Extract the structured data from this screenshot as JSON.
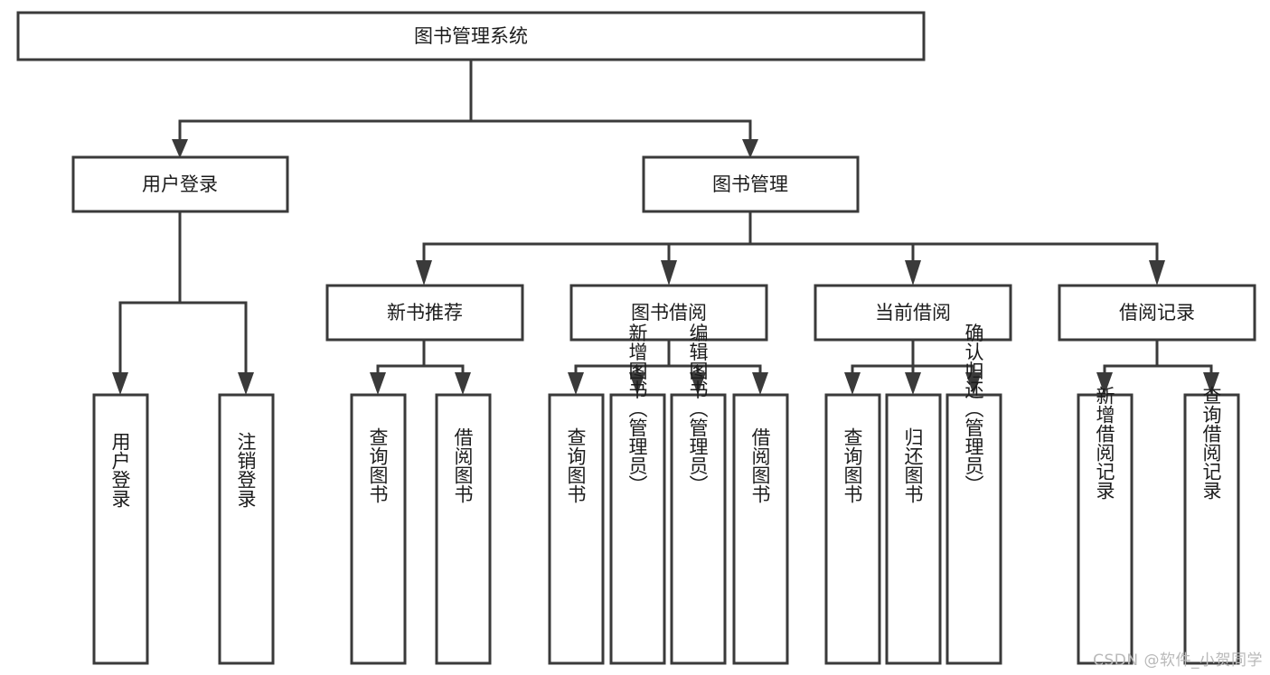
{
  "diagram": {
    "title": "图书管理系统",
    "type": "tree",
    "watermark": "CSDN @软件_小贺同学",
    "colors": {
      "box_stroke": "#3a3a3a",
      "box_fill": "#ffffff",
      "text": "#1c1c1c",
      "background": "#ffffff",
      "watermark": "#b9b9b9"
    },
    "root": {
      "label": "图书管理系统",
      "orientation": "horizontal"
    },
    "level2": [
      {
        "label": "用户登录",
        "orientation": "horizontal"
      },
      {
        "label": "图书管理",
        "orientation": "horizontal"
      }
    ],
    "level3": [
      {
        "label": "新书推荐",
        "orientation": "horizontal",
        "parent": "图书管理"
      },
      {
        "label": "图书借阅",
        "orientation": "horizontal",
        "parent": "图书管理"
      },
      {
        "label": "当前借阅",
        "orientation": "horizontal",
        "parent": "图书管理"
      },
      {
        "label": "借阅记录",
        "orientation": "horizontal",
        "parent": "图书管理"
      }
    ],
    "leaves": {
      "用户登录": [
        {
          "label": "用户登录",
          "orientation": "vertical"
        },
        {
          "label": "注销登录",
          "orientation": "vertical"
        }
      ],
      "新书推荐": [
        {
          "label": "查询图书",
          "orientation": "vertical"
        },
        {
          "label": "借阅图书",
          "orientation": "vertical"
        }
      ],
      "图书借阅": [
        {
          "label": "查询图书",
          "orientation": "vertical"
        },
        {
          "label": "新增图书（管理员）",
          "orientation": "vertical"
        },
        {
          "label": "编辑图书（管理员）",
          "orientation": "vertical"
        },
        {
          "label": "借阅图书",
          "orientation": "vertical"
        }
      ],
      "当前借阅": [
        {
          "label": "查询图书",
          "orientation": "vertical"
        },
        {
          "label": "归还图书",
          "orientation": "vertical"
        },
        {
          "label": "确认归还（管理员）",
          "orientation": "vertical"
        }
      ],
      "借阅记录": [
        {
          "label": "新增借阅记录",
          "orientation": "vertical"
        },
        {
          "label": "查询借阅记录",
          "orientation": "vertical"
        }
      ]
    },
    "node_text": {
      "root": "图书管理系统",
      "l2_0": "用户登录",
      "l2_1": "图书管理",
      "l3_0": "新书推荐",
      "l3_1": "图书借阅",
      "l3_2": "当前借阅",
      "l3_3": "借阅记录",
      "leaf_a0": "用户登录",
      "leaf_a1": "注销登录",
      "leaf_b0": "查询图书",
      "leaf_b1": "借阅图书",
      "leaf_c0": "查询图书",
      "leaf_c1": "新增图书（管理员）",
      "leaf_c2": "编辑图书（管理员）",
      "leaf_c3": "借阅图书",
      "leaf_d0": "查询图书",
      "leaf_d1": "归还图书",
      "leaf_d2": "确认归还（管理员）",
      "leaf_e0": "新增借阅记录",
      "leaf_e1": "查询借阅记录"
    }
  }
}
